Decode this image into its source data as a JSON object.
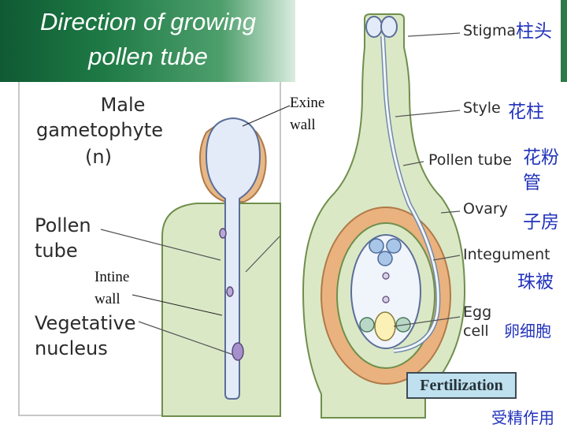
{
  "banner": {
    "title_line1": "Direction of growing",
    "title_line2": "pollen tube"
  },
  "left_panel": {
    "male_gametophyte_line1": "Male",
    "male_gametophyte_line2": "gametophyte",
    "male_gametophyte_line3": "(n)",
    "pollen_tube_line1": "Pollen",
    "pollen_tube_line2": "tube",
    "vegetative_nucleus_line1": "Vegetative",
    "vegetative_nucleus_line2": "nucleus"
  },
  "annotations": {
    "exine_line1": "Exine",
    "exine_line2": "wall",
    "intine_line1": "Intine",
    "intine_line2": "wall"
  },
  "right_labels": {
    "stigma": "Stigma",
    "style": "Style",
    "pollen_tube": "Pollen tube",
    "ovary": "Ovary",
    "integument": "Integument",
    "egg_line1": "Egg",
    "egg_line2": "cell",
    "fertilization": "Fertilization"
  },
  "chinese_labels": {
    "stigma": "柱头",
    "style": "花柱",
    "pollen_tube_line1": "花粉",
    "pollen_tube_line2": "管",
    "ovary": "子房",
    "integument": "珠被",
    "egg_cell": "卵细胞",
    "fertilization": "受精作用"
  },
  "colors": {
    "banner_green": "#1e7a45",
    "pistil_green": "#dbe8c6",
    "pistil_outline": "#6f8f4c",
    "ovary_orange": "#e9b27e",
    "pollen_blue": "#e4ebf8",
    "exine_orange": "#e7b886",
    "fertilization_box": "#bfe0ee",
    "chinese_text": "#2233bb"
  }
}
